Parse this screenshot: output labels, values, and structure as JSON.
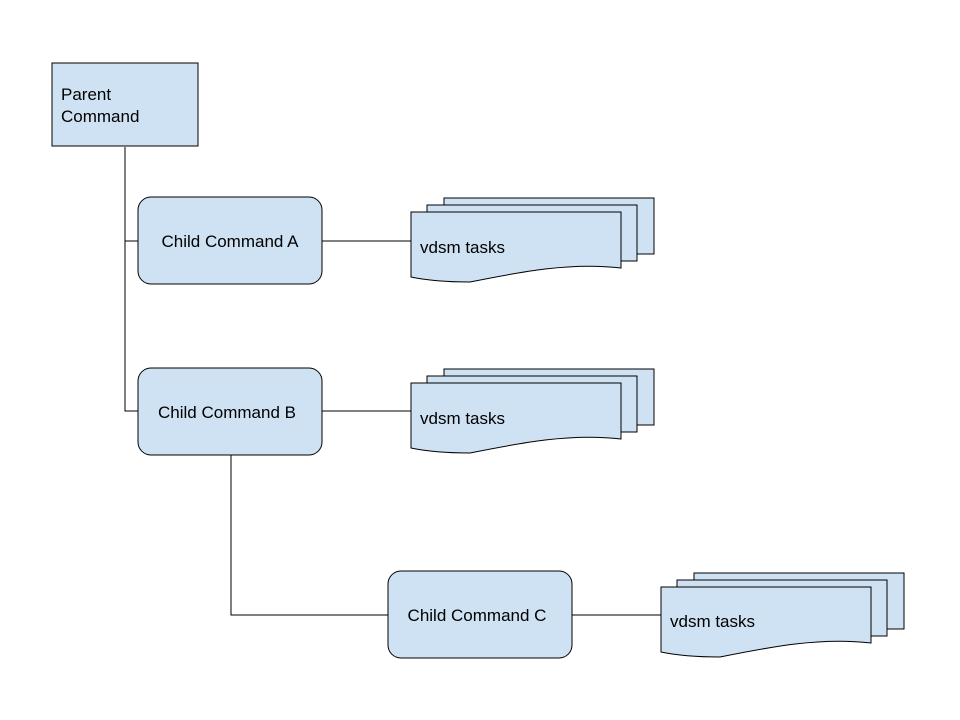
{
  "parent": {
    "line1": "Parent",
    "line2": "Command"
  },
  "children": [
    {
      "label": "Child Command A",
      "tasks_label": "vdsm tasks"
    },
    {
      "label": "Child Command B",
      "tasks_label": "vdsm tasks"
    },
    {
      "label": "Child Command C",
      "tasks_label": "vdsm tasks"
    }
  ],
  "colors": {
    "box_fill": "#cfe2f3",
    "stroke": "#000000"
  }
}
